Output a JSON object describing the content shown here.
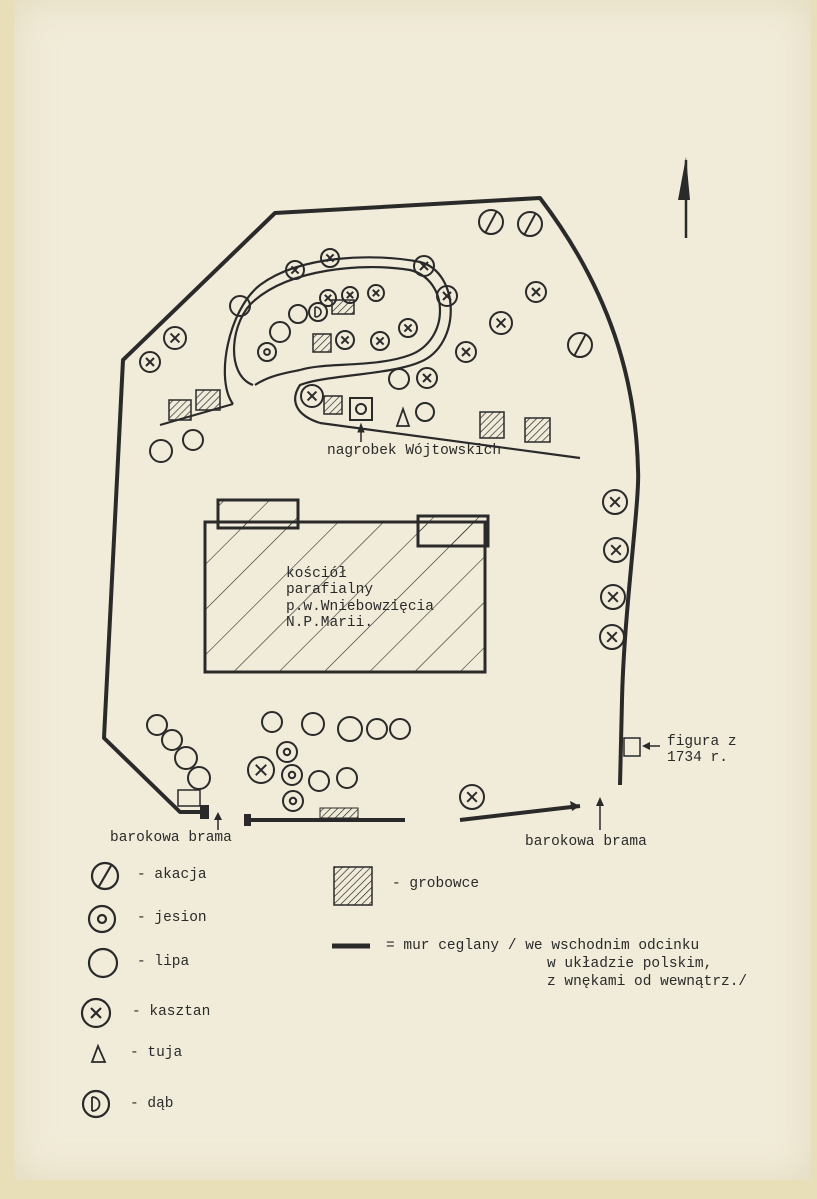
{
  "labels": {
    "tomb": "nagrobek Wójtowskich",
    "church": [
      "kościół",
      "parafialny",
      "p.w.Wniebowzięcia",
      "N.P.Marii."
    ],
    "figure": [
      "figura z",
      "1734 r."
    ],
    "gate_left": "barokowa brama",
    "gate_right": "barokowa brama"
  },
  "legend": {
    "akacja": "- akacja",
    "jesion": "- jesion",
    "lipa": "- lipa",
    "kasztan": "- kasztan",
    "tuja": "- tuja",
    "dab": "- dąb",
    "grobowce": "- grobowce",
    "mur": [
      "= mur ceglany / we wschodnim odcinku",
      "w układzie polskim,",
      "z wnękami od wewnątrz./"
    ]
  },
  "colors": {
    "ink": "#2a2a2a",
    "paper": "#f1ecd9",
    "edge": "#e8dfb9"
  },
  "symbols": [
    "akacja-slash-circle",
    "jesion-double-circle",
    "lipa-circle",
    "kasztan-x-circle",
    "tuja-triangle",
    "dab-d-circle",
    "grobowce-hatched-square",
    "mur-thick-line",
    "north-arrow"
  ]
}
